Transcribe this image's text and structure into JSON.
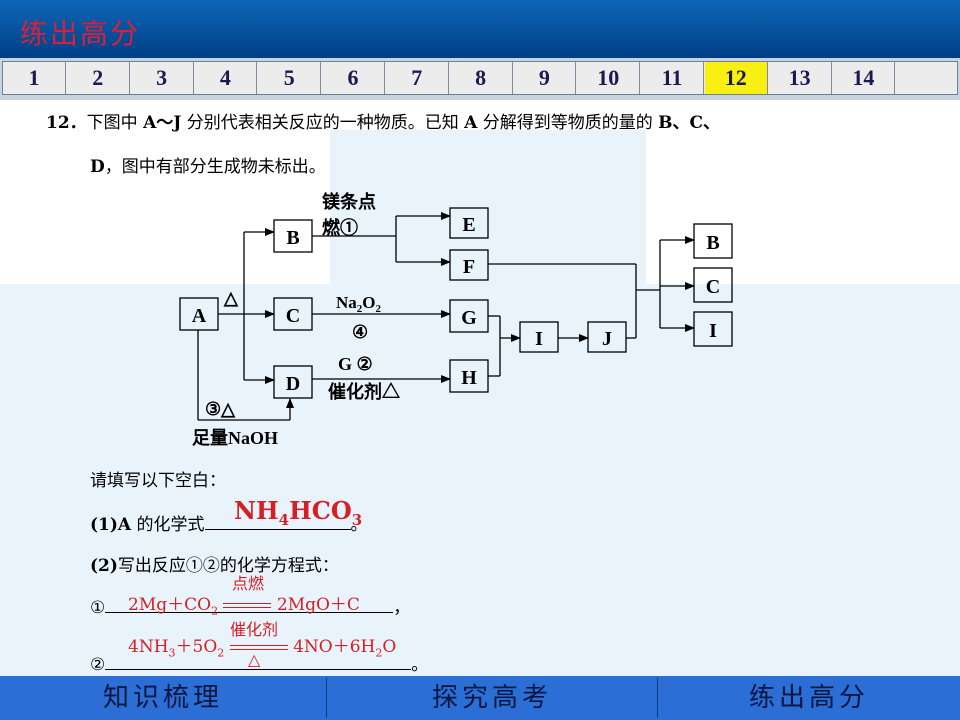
{
  "header": {
    "title": "练出高分"
  },
  "numbers": [
    "1",
    "2",
    "3",
    "4",
    "5",
    "6",
    "7",
    "8",
    "9",
    "10",
    "11",
    "12",
    "13",
    "14"
  ],
  "active_number": "12",
  "question": {
    "line1_num": "12．",
    "line1_pre": "下图中 ",
    "line1_bold1": "A～J",
    "line1_mid": " 分别代表相关反应的一种物质。已知 ",
    "line1_bold2": "A",
    "line1_mid2": " 分解得到等物质的量的 ",
    "line1_bold3": "B、C、",
    "line2_bold": "D",
    "line2_rest": "，图中有部分生成物未标出。"
  },
  "diagram": {
    "boxes": {
      "A": "A",
      "B": "B",
      "C": "C",
      "D": "D",
      "E": "E",
      "F": "F",
      "G": "G",
      "H": "H",
      "I": "I",
      "J": "J",
      "B2": "B",
      "C2": "C",
      "I2": "I"
    },
    "labels": {
      "mg_top": "镁条点",
      "mg_bottom": "燃①",
      "delta": "△",
      "na2o2_na": "Na",
      "na2o2_2a": "2",
      "na2o2_o": "O",
      "na2o2_2b": "2",
      "circle4": "④",
      "g2": "G ②",
      "catalyst": "催化剂△",
      "c3": "③△",
      "naoh": "足量NaOH"
    }
  },
  "fill": {
    "prompt": "请填写以下空白：",
    "q1_label": "(1)A",
    "q1_text": " 的化学式",
    "q1_end": "。",
    "q1_answer_nh": "NH",
    "q1_answer_4": "4",
    "q1_answer_hco": "HCO",
    "q1_answer_3": "3",
    "q2_label": "(2)",
    "q2_text": "写出反应①②的化学方程式：",
    "eq1_marker": "①",
    "eq1_left": "2Mg＋CO",
    "eq1_sub": "2",
    "eq1_cond": "点燃",
    "eq1_right": "2MgO＋C",
    "eq1_end": "，",
    "eq2_marker": "②",
    "eq2_left1": "4NH",
    "eq2_sub1": "3",
    "eq2_left2": "＋5O",
    "eq2_sub2": "2",
    "eq2_cond_top": "催化剂",
    "eq2_cond_bottom": "△",
    "eq2_right1": "4NO＋6H",
    "eq2_sub3": "2",
    "eq2_right2": "O",
    "eq2_end": "。"
  },
  "bottom_nav": [
    "知识梳理",
    "探究高考",
    "练出高分"
  ],
  "colors": {
    "header": "#0a55a8",
    "title": "#d8203a",
    "active": "#f7f012",
    "answer": "#d42024",
    "bottom": "#2b6fd6",
    "panel": "#e9f3fb"
  }
}
